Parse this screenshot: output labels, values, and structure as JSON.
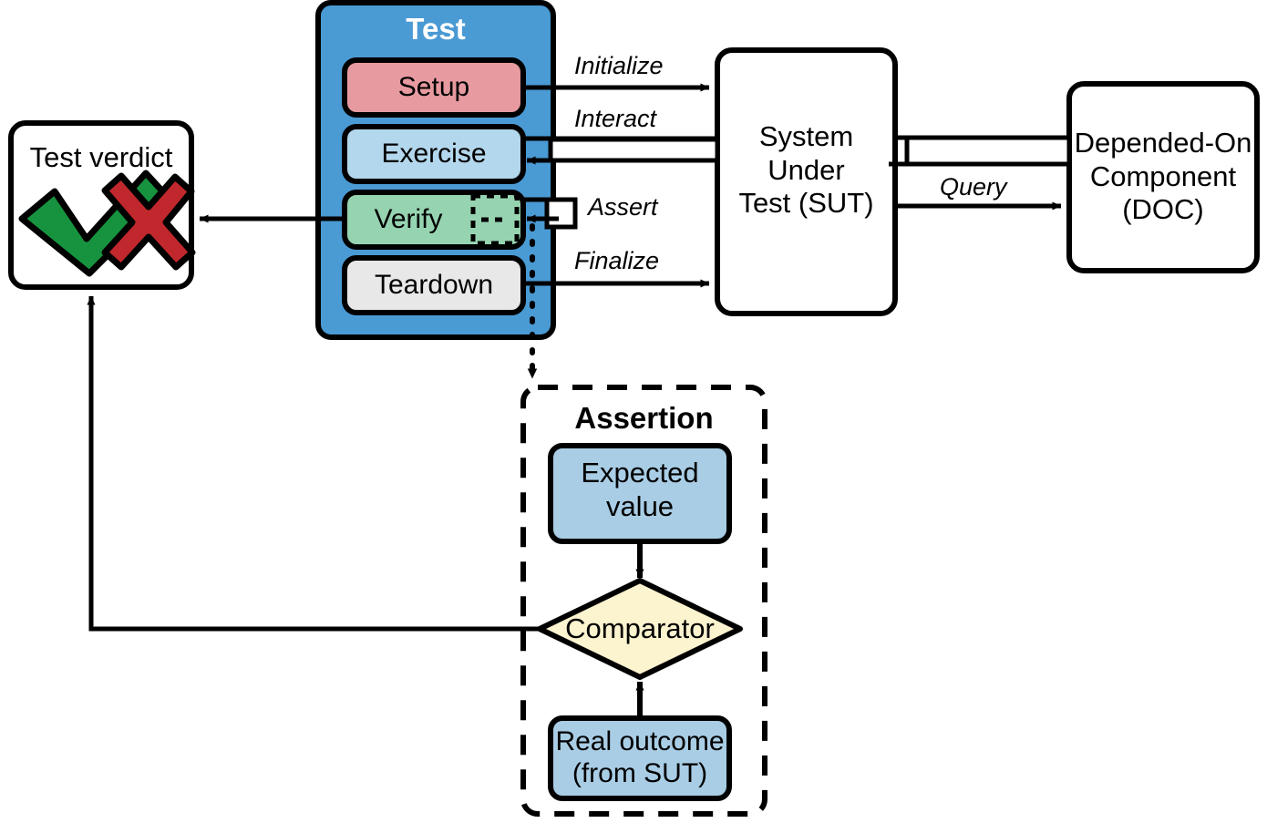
{
  "diagram": {
    "title": "xUnit test anatomy with SUT, DOC and Assertion",
    "colors": {
      "test_panel": "#4a9ad4",
      "setup": "#e79aa0",
      "exercise": "#b3d7ec",
      "verify": "#96d4b1",
      "teardown": "#e8e8e8",
      "expected": "#a9cde5",
      "real_outcome": "#a9cde5",
      "comparator": "#fcf3cf",
      "check_green": "#17933f",
      "cross_red": "#c0282d",
      "stroke": "#000000",
      "white": "#ffffff"
    }
  },
  "verdict": {
    "label": "Test verdict",
    "pass_icon": "check-mark-icon",
    "fail_icon": "cross-mark-icon"
  },
  "test_panel": {
    "title": "Test",
    "phases": [
      {
        "label": "Setup",
        "color": "#e79aa0"
      },
      {
        "label": "Exercise",
        "color": "#b3d7ec"
      },
      {
        "label": "Verify",
        "color": "#96d4b1"
      },
      {
        "label": "Teardown",
        "color": "#e8e8e8"
      }
    ],
    "verify_placeholder_icon": "dashed-placeholder-icon"
  },
  "sut": {
    "line1": "System",
    "line2": "Under",
    "line3": "Test (SUT)"
  },
  "doc": {
    "line1": "Depended-On",
    "line2": "Component",
    "line3": "(DOC)"
  },
  "edges": {
    "initialize": "Initialize",
    "interact": "Interact",
    "assert": "Assert",
    "finalize": "Finalize",
    "query": "Query"
  },
  "assertion": {
    "title": "Assertion",
    "expected_value_line1": "Expected",
    "expected_value_line2": "value",
    "comparator": "Comparator",
    "real_outcome_line1": "Real outcome",
    "real_outcome_line2": "(from SUT)"
  }
}
